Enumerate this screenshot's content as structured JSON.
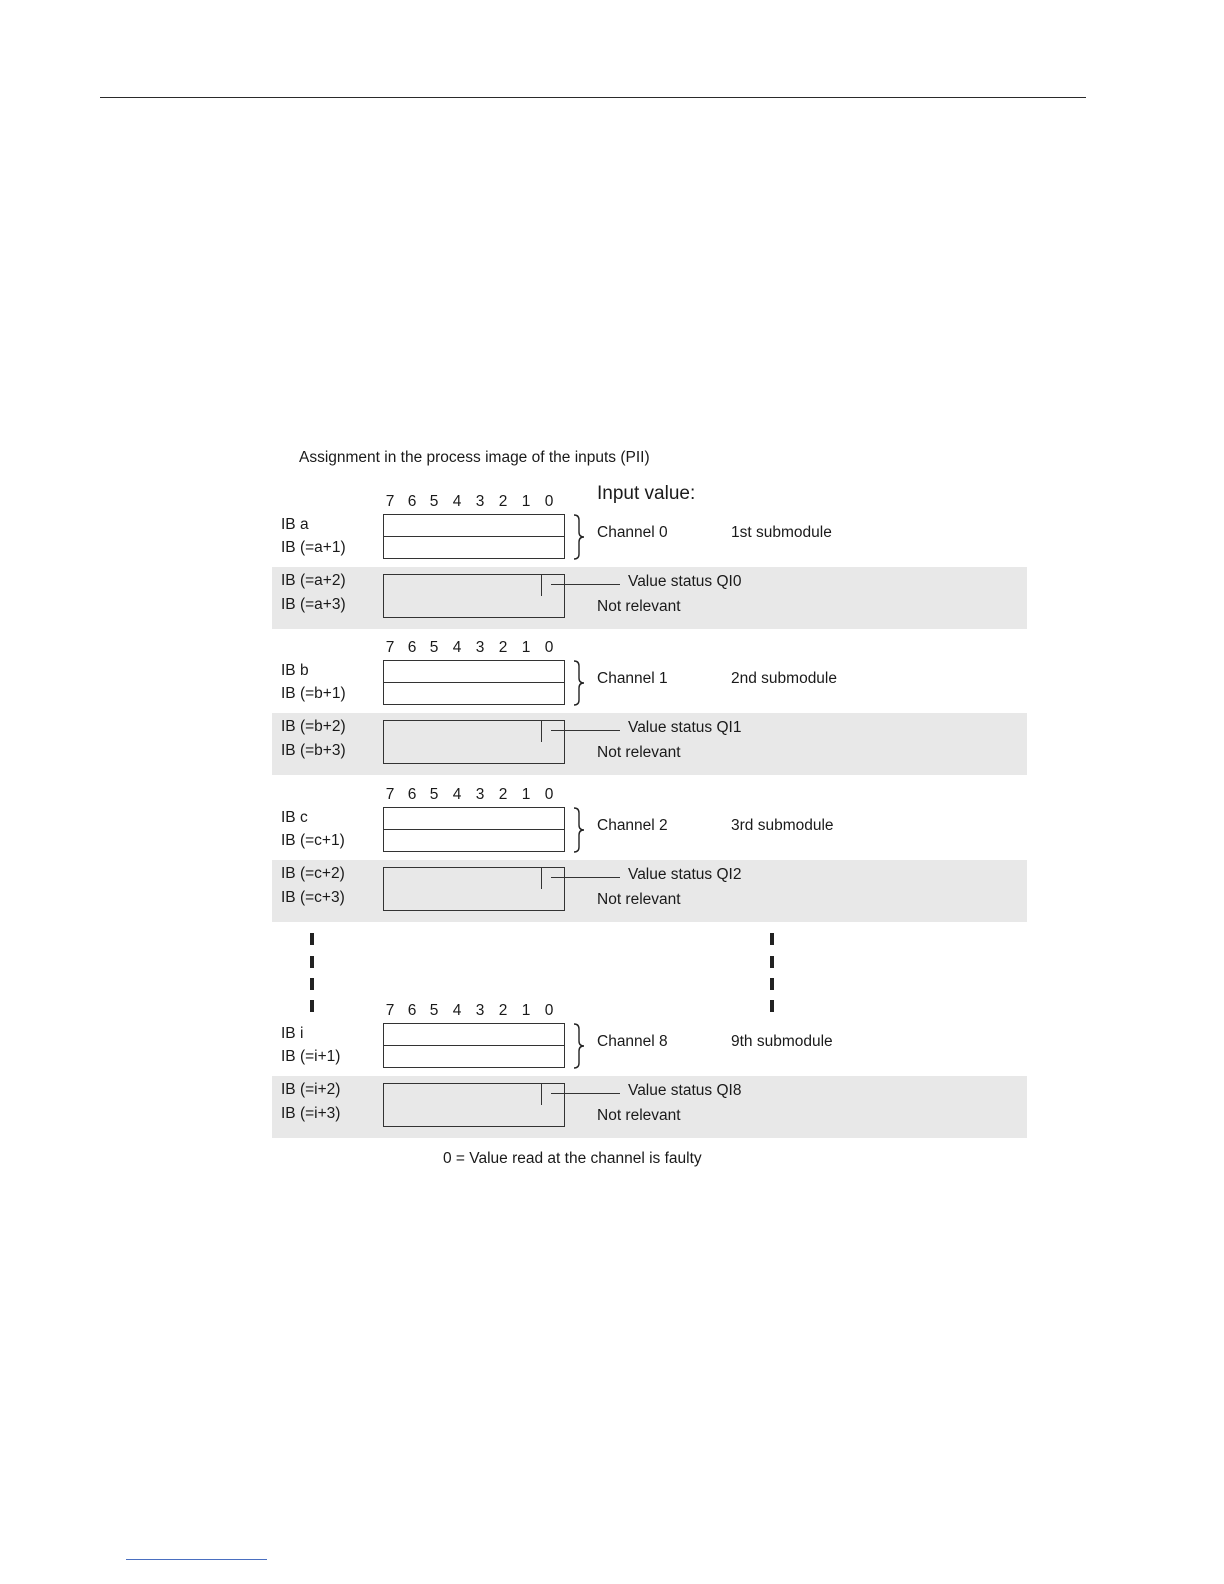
{
  "diagram": {
    "caption": "Assignment in the process image of the inputs (PII)",
    "input_heading": "Input value:",
    "bit_numbers": [
      "7",
      "6",
      "5",
      "4",
      "3",
      "2",
      "1",
      "0"
    ],
    "groups": [
      {
        "value_bytes": [
          "IB a",
          "IB (=a+1)"
        ],
        "status_bytes": [
          "IB (=a+2)",
          "IB (=a+3)"
        ],
        "channel": "Channel 0",
        "submodule": "1st submodule",
        "value_status": "Value status QI0",
        "not_relevant": "Not relevant"
      },
      {
        "value_bytes": [
          "IB b",
          "IB (=b+1)"
        ],
        "status_bytes": [
          "IB (=b+2)",
          "IB (=b+3)"
        ],
        "channel": "Channel 1",
        "submodule": "2nd submodule",
        "value_status": "Value status QI1",
        "not_relevant": "Not relevant"
      },
      {
        "value_bytes": [
          "IB c",
          "IB (=c+1)"
        ],
        "status_bytes": [
          "IB (=c+2)",
          "IB (=c+3)"
        ],
        "channel": "Channel 2",
        "submodule": "3rd submodule",
        "value_status": "Value status QI2",
        "not_relevant": "Not relevant"
      },
      {
        "value_bytes": [
          "IB i",
          "IB (=i+1)"
        ],
        "status_bytes": [
          "IB (=i+2)",
          "IB (=i+3)"
        ],
        "channel": "Channel 8",
        "submodule": "9th submodule",
        "value_status": "Value status QI8",
        "not_relevant": "Not relevant"
      }
    ],
    "footnote": "0 = Value read at the channel is faulty"
  }
}
